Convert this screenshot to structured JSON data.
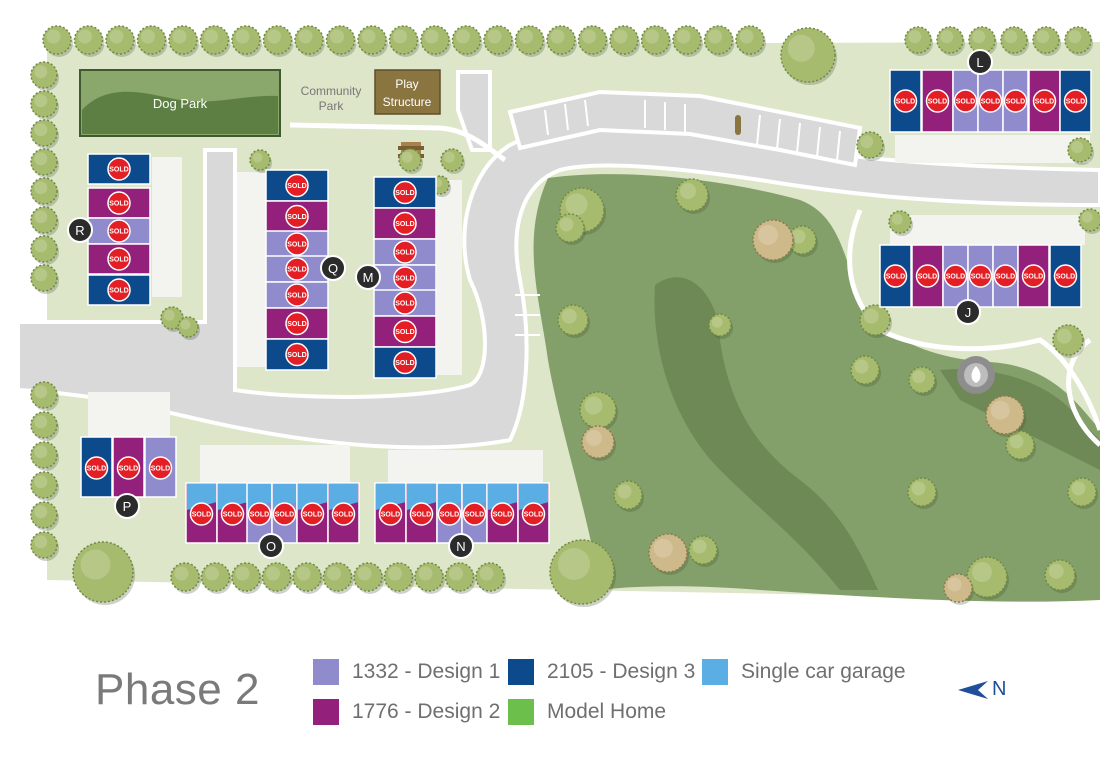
{
  "map": {
    "dog_park_label": "Dog Park",
    "community_park_label": [
      "Community",
      "Park"
    ],
    "play_structure_label": [
      "Play",
      "Structure"
    ],
    "sold_label": "SOLD",
    "lot_markers": [
      "L",
      "R",
      "Q",
      "M",
      "J",
      "P",
      "O",
      "N"
    ],
    "colors": {
      "design1": "#8f8bcc",
      "design2": "#93207a",
      "design3": "#0c4a8c",
      "garage": "#5aaee3",
      "model": "#6cbf4a",
      "sold": "#e31e24",
      "lawn": "#dde6c8",
      "greenspace": "#7f9a64",
      "road": "#d9d9d9",
      "dog_park": "#6e8f4f",
      "play_structure": "#8a7440"
    }
  },
  "legend": {
    "phase_title": "Phase 2",
    "items": [
      {
        "label": "1332 - Design 1",
        "color": "#8f8bcc"
      },
      {
        "label": "2105 - Design 3",
        "color": "#0c4a8c"
      },
      {
        "label": "Single car garage",
        "color": "#5aaee3"
      },
      {
        "label": "1776 - Design 2",
        "color": "#93207a"
      },
      {
        "label": "Model Home",
        "color": "#6cbf4a"
      }
    ],
    "north_label": "N",
    "north_icon": "north-arrow-icon"
  }
}
